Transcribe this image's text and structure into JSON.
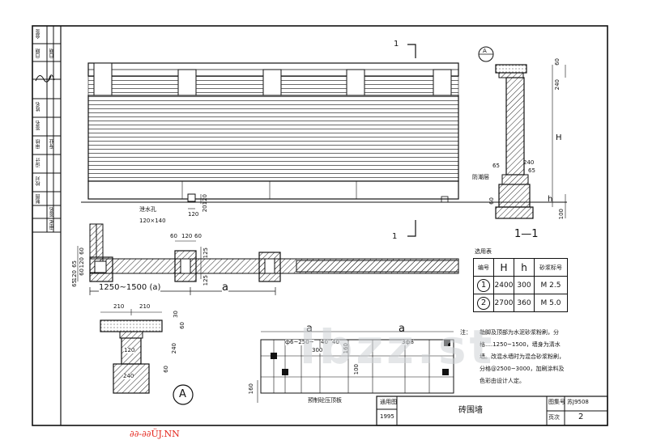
{
  "drawing": {
    "title": "砖围墙",
    "drawing_no": "苏J9508",
    "page_no": "2",
    "year": "1995",
    "label_atlas": "图集号",
    "label_page": "页次",
    "label_used": "通用图"
  },
  "section_marks": {
    "top_one": "1",
    "bottom_one": "1",
    "section_title": "1—1",
    "detail_a_top": "A",
    "detail_a_bottom": "A"
  },
  "elevation": {
    "drain_hole_label": "泄水孔",
    "drain_hole_size": "120×140",
    "dim_120": "120",
    "dim_20_120": "20120"
  },
  "plan": {
    "dim_top": [
      "60",
      "120",
      "60"
    ],
    "dim_125_top": "125",
    "dim_125_bottom": "125",
    "dim_left_stack": [
      "60",
      "120",
      "60",
      "65",
      "120",
      "65"
    ],
    "span_1": "1250~1500 (a)",
    "span_2": "a"
  },
  "section": {
    "dim_60": "60",
    "dim_240_top": "240",
    "dim_H": "H",
    "dim_240": "240",
    "dim_65_left": "65",
    "dim_65_right": "65",
    "damp_course": "防潮层",
    "dim_h": "h",
    "dim_60_base": "60",
    "dim_100": "100"
  },
  "coping_detail": {
    "dim_210_left": "210",
    "dim_210_right": "210",
    "dim_30": "30",
    "dim_60": "60",
    "dim_120": "120",
    "dim_240_side": "240",
    "dim_240_bottom": "240",
    "dim_60_bottom": "60"
  },
  "precast_slab": {
    "caption": "预制砼压顶板",
    "dim_a_left": "a",
    "dim_a_right": "a",
    "rebar_1": "ф6~250~",
    "rebar_2": "3ф8",
    "dims_mid": [
      "40",
      "40",
      "300"
    ],
    "dim_160_right": "160",
    "dim_100": "100",
    "dim_160_left": "160"
  },
  "material_table": {
    "caption": "选用表",
    "headers": [
      "编号",
      "H",
      "h",
      "砂浆标号"
    ],
    "rows": [
      {
        "no": "1",
        "H": "2400",
        "h": "300",
        "mortar": "M 2.5"
      },
      {
        "no": "2",
        "H": "2700",
        "h": "360",
        "mortar": "M 5.0"
      }
    ]
  },
  "notes": {
    "heading": "注：",
    "text": "勒脚及顶部为水泥砂浆粉刷，分格….1250~1500，墙身为清水墙。改混水墙时为混合砂浆粉刷，分格@2500~3000，加刷涂料及色彩由设计人定。"
  },
  "left_strip": {
    "cells": [
      "会签",
      "日期",
      "姓名",
      "签名",
      "审核",
      "设计",
      "校对",
      "制图",
      "日期",
      "专业",
      "签名",
      "审定"
    ]
  },
  "watermark": "lbzz.st",
  "footer_link": "∂∂-∂∂ÜJ.NN"
}
